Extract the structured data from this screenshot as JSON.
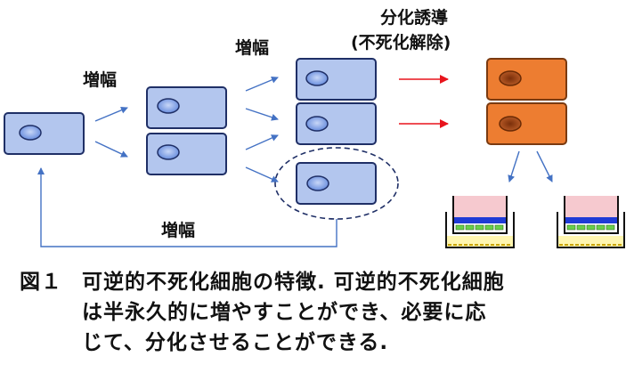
{
  "labels": {
    "expand_1": "増幅",
    "expand_2": "増幅",
    "expand_loop": "増幅",
    "differentiation_line1": "分化誘導",
    "differentiation_line2": "(不死化解除)"
  },
  "caption": {
    "figure_label": "図１",
    "line1": "可逆的不死化細胞の特徴. 可逆的不死化細胞",
    "line2": "は半永久的に増やすことができ、必要に応",
    "line3": "じて、分化させることができる."
  },
  "colors": {
    "cell_fill": "#b3c6ee",
    "cell_stroke": "#1f2f66",
    "nucleus_fill": "#6f93e2",
    "diff_cell_fill": "#ed7d31",
    "diff_cell_stroke": "#7a3a10",
    "diff_nucleus_fill": "#b4511a",
    "arrow_blue": "#4472c4",
    "arrow_red": "#e8141c",
    "dish_medium": "#f6c9cf",
    "dish_base": "#fff6b0",
    "dish_cells": "#1f3bd6",
    "dish_green": "#69d04b"
  }
}
